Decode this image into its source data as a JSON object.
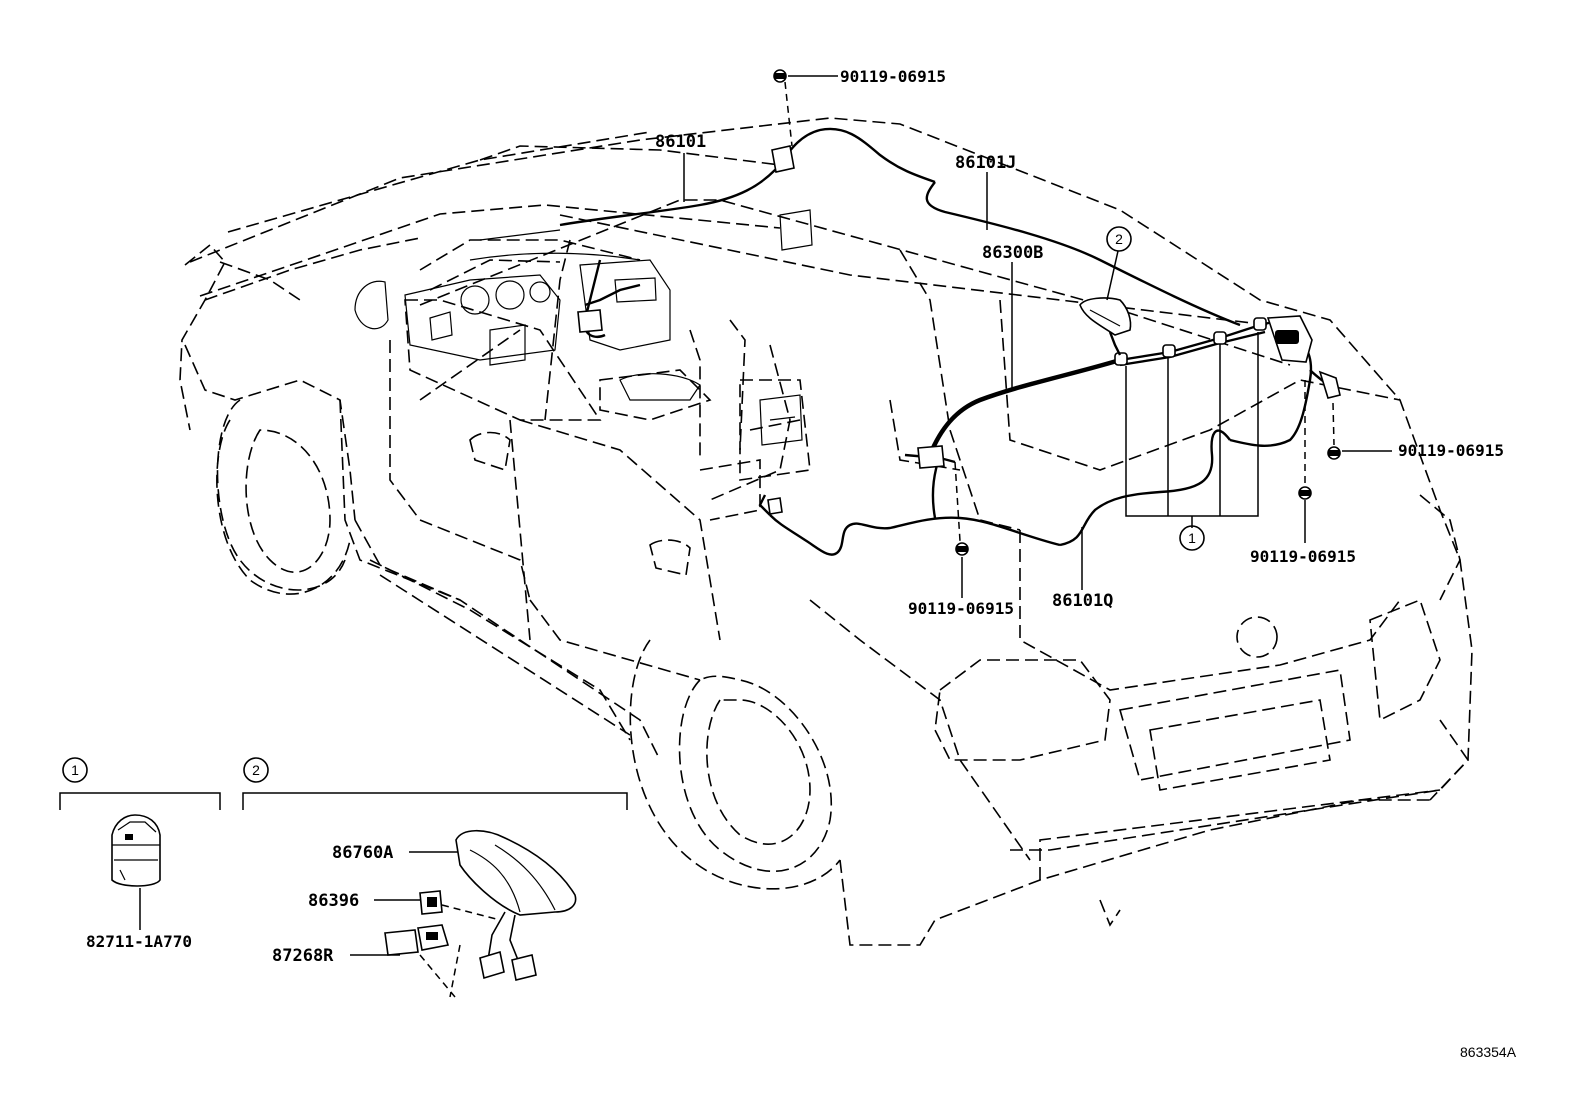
{
  "diagram": {
    "part_labels": {
      "bolt_top": "90119-06915",
      "wire_main": "86101",
      "wire_roof": "86101J",
      "wire_cord": "86300B",
      "bolt_right": "90119-06915",
      "bolt_rear": "90119-06915",
      "bolt_center": "90119-06915",
      "wire_floor": "86101Q",
      "clamp": "82711-1A770",
      "antenna": "86760A",
      "pad": "86396",
      "connector": "87268R"
    },
    "callouts": {
      "group1": "1",
      "group2": "2",
      "inset1": "1",
      "inset2": "2"
    },
    "figure_number": "863354A"
  }
}
